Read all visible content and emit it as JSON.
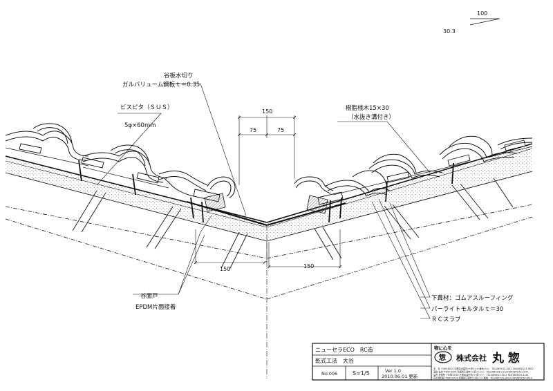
{
  "scale_triangle": {
    "run": "100",
    "rise": "30.3"
  },
  "dimensions": {
    "top_total": "150",
    "top_left": "75",
    "top_right": "75",
    "bottom_left": "150",
    "bottom_right": "150"
  },
  "labels": {
    "valley_flashing_1": "谷板水切り",
    "valley_flashing_2": "ガルバリューム鋼板ｔ＝0.35",
    "screw_1": "ビスピタ（ＳＵＳ）",
    "screw_2": "5φ×60mm",
    "batten_1": "樹脂桟木15×30",
    "batten_2": "（水抜き溝付き）",
    "valley_door_1": "谷面戸",
    "valley_door_2": "EPDM片面接着",
    "underlay": "下葺材：ゴムアスルーフィング",
    "mortar": "パーライトモルタルｔ＝30",
    "slab": "ＲＣスラブ"
  },
  "title_block": {
    "product": "ニューセラECO　RC造",
    "method": "乾式工法　大谷",
    "drawing_no": "No.006",
    "scale": "S=1/5",
    "version": "Ver 1.0",
    "date": "2010.06.01 更新",
    "slogan": "物に心を",
    "company": "株式会社",
    "company_name": "丸 惣",
    "logo_char": "惣",
    "addresses": [
      "本　社 〒495-8024 島根県出雲市○○町○○○番地○○○　TEL(0853)21-4011 FAX(0853)21-3622",
      "温泉 支店 〒695-0004 島根県江津市○○町○○○○　TEL(0855)52-2112 FAX(0855)52-2140",
      "益田 営業所 〒698-0016 島根県益田市○○町○○○　TEL(0856)23-4141 FAX(0856)23-4144",
      "瓦の資料館 〒695-0016 島根県江津市○○町○○○番地　TEL(0855)54-6010 FAX(0855)54-6014"
    ]
  }
}
